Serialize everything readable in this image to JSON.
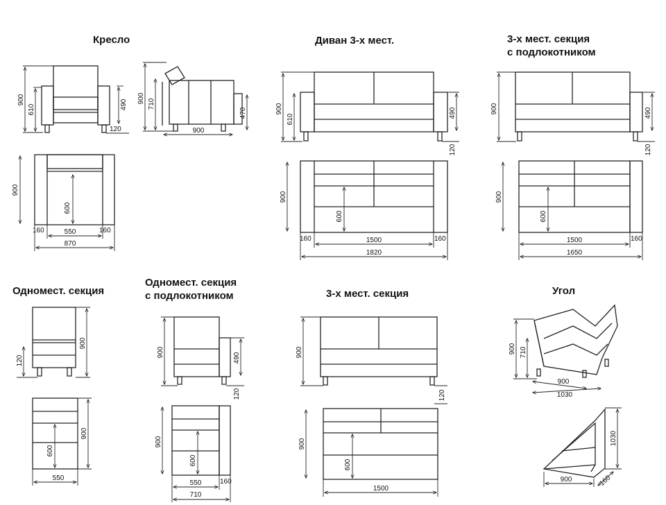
{
  "titles": {
    "armchair": "Кресло",
    "sofa3": "Диван 3-х мест.",
    "sec3_arm_l1": "3-х мест. секция",
    "sec3_arm_l2": "с подлокотником",
    "single": "Одномест. секция",
    "single_arm_l1": "Одномест. секция",
    "single_arm_l2": "с подлокотником",
    "sec3": "3-х мест. секция",
    "corner": "Угол"
  },
  "dims": {
    "armchair": {
      "front_h": "900",
      "seat_h": "610",
      "arm_h": "490",
      "leg": "120",
      "side_h": "900",
      "side_back": "710",
      "side_arm": "470",
      "side_w": "900",
      "top_h": "900",
      "top_d": "600",
      "arm_l": "160",
      "seat_w": "550",
      "arm_r": "160",
      "total_w": "870"
    },
    "sofa3": {
      "front_h": "900",
      "seat_h": "610",
      "arm_h": "490",
      "leg": "120",
      "top_h": "900",
      "top_d": "600",
      "arm_l": "160",
      "seat_w": "1500",
      "arm_r": "160",
      "total_w": "1820"
    },
    "sec3_arm": {
      "front_h": "900",
      "arm_h": "490",
      "leg": "120",
      "top_h": "900",
      "top_d": "600",
      "seat_w": "1500",
      "arm": "160",
      "total_w": "1650"
    },
    "single": {
      "leg": "120",
      "front_h": "900",
      "top_h": "900",
      "top_d": "600",
      "seat_w": "550"
    },
    "single_arm": {
      "front_h": "900",
      "arm_h": "490",
      "leg": "120",
      "top_h": "900",
      "top_d": "600",
      "seat_w": "550",
      "arm": "160",
      "total_w": "710"
    },
    "sec3": {
      "front_h": "900",
      "leg": "120",
      "top_h": "900",
      "top_d": "600",
      "seat_w": "1500"
    },
    "corner": {
      "front_h": "900",
      "seat_h": "710",
      "w": "900",
      "total_w": "1030",
      "top_d": "1030",
      "top_w": "900",
      "arm": "160"
    }
  }
}
